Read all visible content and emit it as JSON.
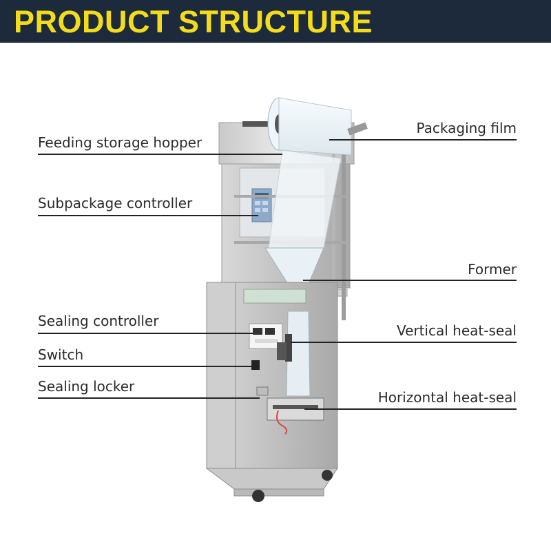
{
  "header": {
    "title": "PRODUCT STRUCTURE",
    "background": "#1c2a3c",
    "title_color": "#f4dc1a"
  },
  "labels": {
    "feeding_storage_hopper": "Feeding storage hopper",
    "subpackage_controller": "Subpackage controller",
    "sealing_controller": "Sealing controller",
    "switch": "Switch",
    "sealing_locker": "Sealing locker",
    "packaging_film": "Packaging film",
    "former": "Former",
    "vertical_heat_seal": "Vertical heat-seal",
    "horizontal_heat_seal": "Horizontal heat-seal"
  }
}
